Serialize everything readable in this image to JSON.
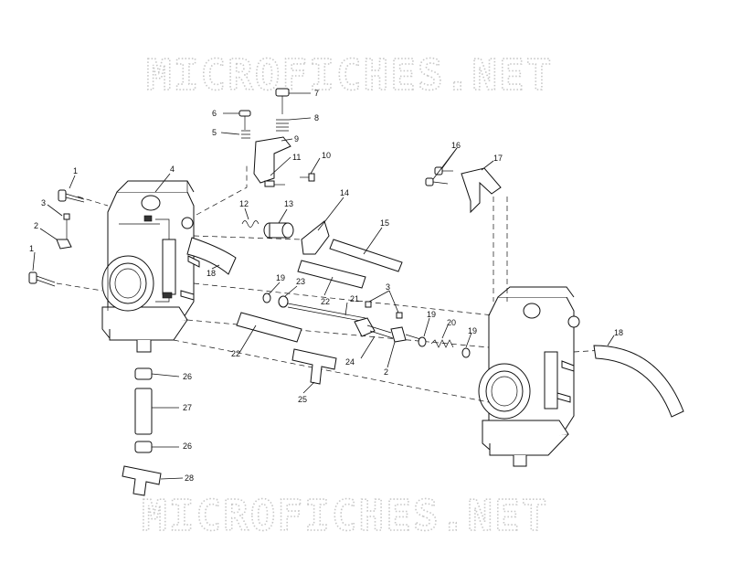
{
  "watermark": {
    "top": "MICROFICHES.NET",
    "bottom": "MICROFICHES.NET"
  },
  "callouts": {
    "c1a": "1",
    "c1b": "1",
    "c2a": "2",
    "c2b": "2",
    "c3a": "3",
    "c3b": "3",
    "c4": "4",
    "c5": "5",
    "c6": "6",
    "c7": "7",
    "c8": "8",
    "c9": "9",
    "c10": "10",
    "c11": "11",
    "c12": "12",
    "c13": "13",
    "c14": "14",
    "c15": "15",
    "c16": "16",
    "c17": "17",
    "c18a": "18",
    "c18b": "18",
    "c19a": "19",
    "c19b": "19",
    "c19c": "19",
    "c20": "20",
    "c21": "21",
    "c22a": "22",
    "c22b": "22",
    "c23": "23",
    "c24": "24",
    "c25": "25",
    "c26a": "26",
    "c26b": "26",
    "c27": "27",
    "c28": "28"
  }
}
